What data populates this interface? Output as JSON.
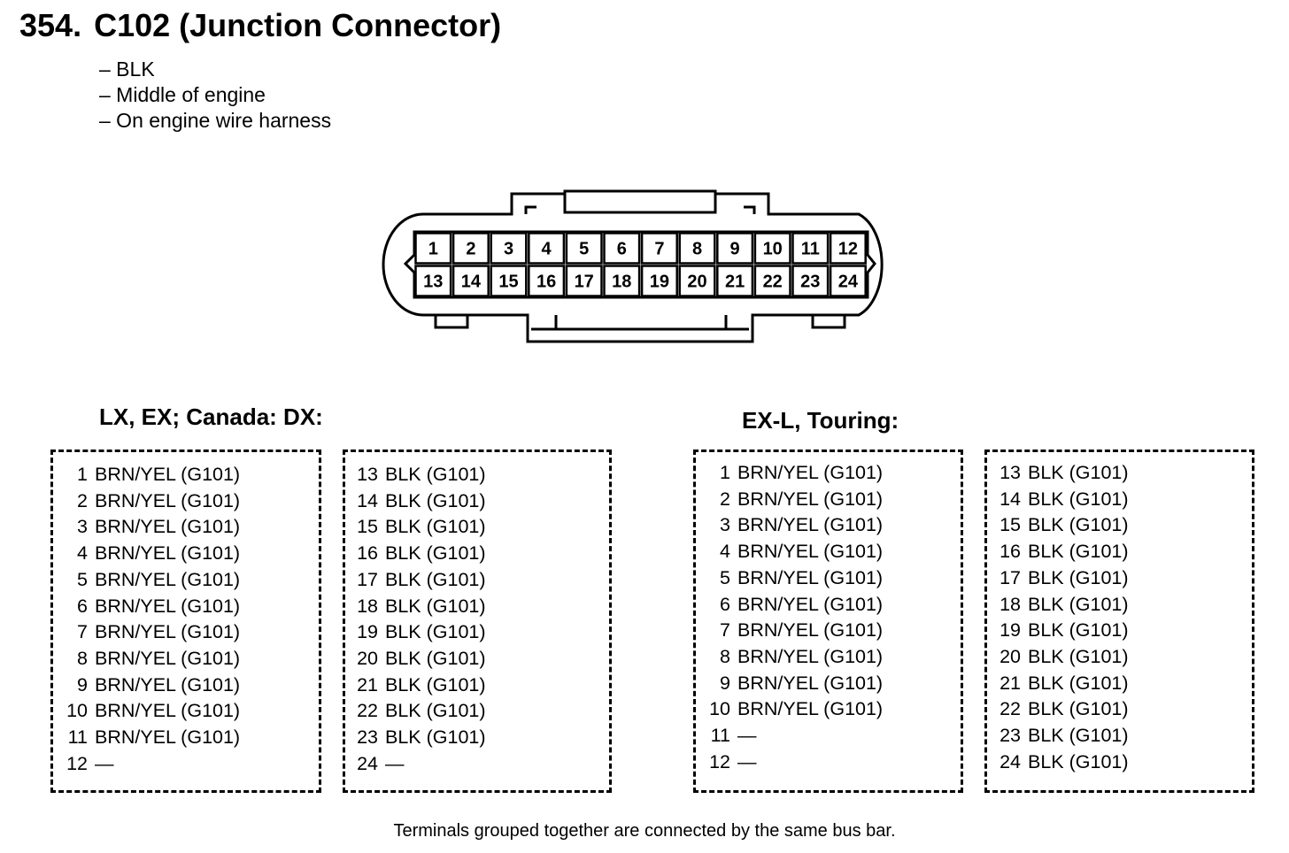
{
  "title": {
    "number": "354.",
    "text": "C102 (Junction Connector)"
  },
  "notes": [
    "– BLK",
    "– Middle of engine",
    "– On engine wire harness"
  ],
  "connector": {
    "top_pins": [
      "1",
      "2",
      "3",
      "4",
      "5",
      "6",
      "7",
      "8",
      "9",
      "10",
      "11",
      "12"
    ],
    "bottom_pins": [
      "13",
      "14",
      "15",
      "16",
      "17",
      "18",
      "19",
      "20",
      "21",
      "22",
      "23",
      "24"
    ]
  },
  "groups": [
    {
      "title": "LX, EX; Canada: DX:",
      "left_column": [
        {
          "pin": "1",
          "wire": "BRN/YEL (G101)"
        },
        {
          "pin": "2",
          "wire": "BRN/YEL (G101)"
        },
        {
          "pin": "3",
          "wire": "BRN/YEL (G101)"
        },
        {
          "pin": "4",
          "wire": "BRN/YEL (G101)"
        },
        {
          "pin": "5",
          "wire": "BRN/YEL (G101)"
        },
        {
          "pin": "6",
          "wire": "BRN/YEL (G101)"
        },
        {
          "pin": "7",
          "wire": "BRN/YEL (G101)"
        },
        {
          "pin": "8",
          "wire": "BRN/YEL (G101)"
        },
        {
          "pin": "9",
          "wire": "BRN/YEL (G101)"
        },
        {
          "pin": "10",
          "wire": "BRN/YEL (G101)"
        },
        {
          "pin": "11",
          "wire": "BRN/YEL (G101)"
        },
        {
          "pin": "12",
          "wire": "—"
        }
      ],
      "right_column": [
        {
          "pin": "13",
          "wire": "BLK (G101)"
        },
        {
          "pin": "14",
          "wire": "BLK (G101)"
        },
        {
          "pin": "15",
          "wire": "BLK (G101)"
        },
        {
          "pin": "16",
          "wire": "BLK (G101)"
        },
        {
          "pin": "17",
          "wire": "BLK (G101)"
        },
        {
          "pin": "18",
          "wire": "BLK (G101)"
        },
        {
          "pin": "19",
          "wire": "BLK (G101)"
        },
        {
          "pin": "20",
          "wire": "BLK (G101)"
        },
        {
          "pin": "21",
          "wire": "BLK (G101)"
        },
        {
          "pin": "22",
          "wire": "BLK (G101)"
        },
        {
          "pin": "23",
          "wire": "BLK (G101)"
        },
        {
          "pin": "24",
          "wire": "—"
        }
      ]
    },
    {
      "title": "EX-L, Touring:",
      "left_column": [
        {
          "pin": "1",
          "wire": "BRN/YEL (G101)"
        },
        {
          "pin": "2",
          "wire": "BRN/YEL (G101)"
        },
        {
          "pin": "3",
          "wire": "BRN/YEL (G101)"
        },
        {
          "pin": "4",
          "wire": "BRN/YEL (G101)"
        },
        {
          "pin": "5",
          "wire": "BRN/YEL (G101)"
        },
        {
          "pin": "6",
          "wire": "BRN/YEL (G101)"
        },
        {
          "pin": "7",
          "wire": "BRN/YEL (G101)"
        },
        {
          "pin": "8",
          "wire": "BRN/YEL (G101)"
        },
        {
          "pin": "9",
          "wire": "BRN/YEL (G101)"
        },
        {
          "pin": "10",
          "wire": "BRN/YEL (G101)"
        },
        {
          "pin": "11",
          "wire": "—"
        },
        {
          "pin": "12",
          "wire": "—"
        }
      ],
      "right_column": [
        {
          "pin": "13",
          "wire": "BLK (G101)"
        },
        {
          "pin": "14",
          "wire": "BLK (G101)"
        },
        {
          "pin": "15",
          "wire": "BLK (G101)"
        },
        {
          "pin": "16",
          "wire": "BLK (G101)"
        },
        {
          "pin": "17",
          "wire": "BLK (G101)"
        },
        {
          "pin": "18",
          "wire": "BLK (G101)"
        },
        {
          "pin": "19",
          "wire": "BLK (G101)"
        },
        {
          "pin": "20",
          "wire": "BLK (G101)"
        },
        {
          "pin": "21",
          "wire": "BLK (G101)"
        },
        {
          "pin": "22",
          "wire": "BLK (G101)"
        },
        {
          "pin": "23",
          "wire": "BLK (G101)"
        },
        {
          "pin": "24",
          "wire": "BLK (G101)"
        }
      ]
    }
  ],
  "footer": "Terminals grouped together are connected by the same bus bar."
}
